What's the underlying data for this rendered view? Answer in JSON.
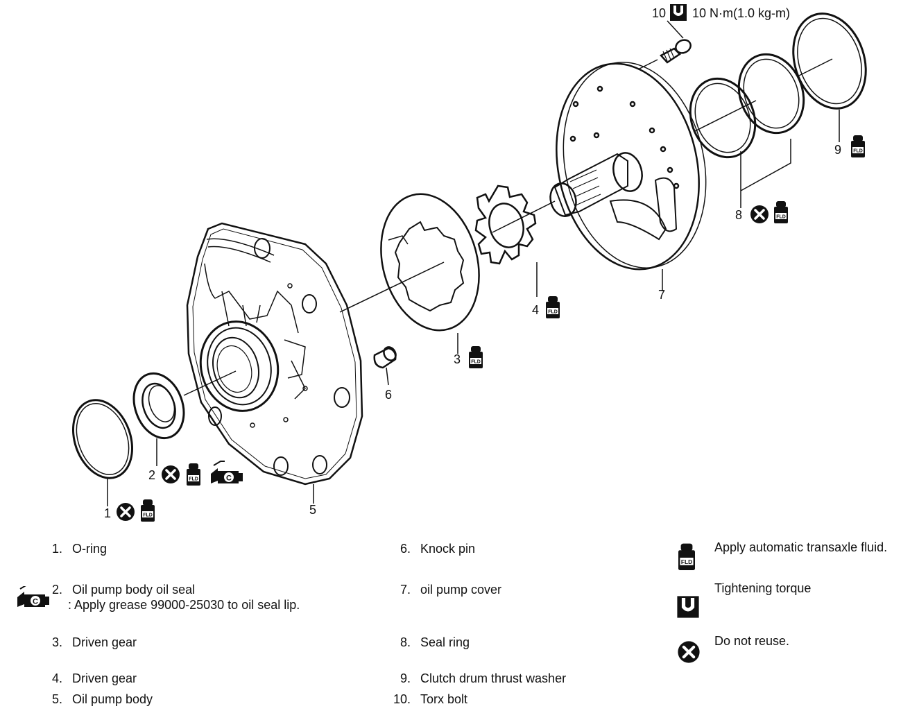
{
  "torque": {
    "callout": "10",
    "value": "10 N·m(1.0 kg-m)"
  },
  "callouts": [
    "1",
    "2",
    "3",
    "4",
    "5",
    "6",
    "7",
    "8",
    "9"
  ],
  "parts": [
    {
      "num": "1.",
      "label": "O-ring"
    },
    {
      "num": "2.",
      "label": "Oil pump body oil seal",
      "note": ": Apply grease 99000-25030 to oil seal lip."
    },
    {
      "num": "3.",
      "label": "Driven gear"
    },
    {
      "num": "4.",
      "label": "Driven gear"
    },
    {
      "num": "5.",
      "label": "Oil pump body"
    },
    {
      "num": "6.",
      "label": "Knock pin"
    },
    {
      "num": "7.",
      "label": "oil pump cover"
    },
    {
      "num": "8.",
      "label": "Seal ring"
    },
    {
      "num": "9.",
      "label": "Clutch drum thrust washer"
    },
    {
      "num": "10.",
      "label": "Torx bolt"
    }
  ],
  "legend": {
    "fluid": "Apply automatic transaxle fluid.",
    "torque": "Tightening torque",
    "noreuse": "Do not reuse."
  },
  "icons": {
    "fluid_text": "FLD",
    "grease_text": "C"
  }
}
